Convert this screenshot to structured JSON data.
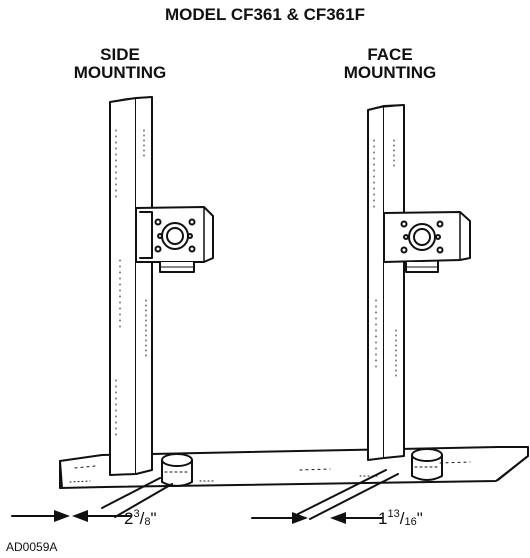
{
  "title": "MODEL CF361 & CF361F",
  "side_label": {
    "line1": "SIDE",
    "line2": "MOUNTING"
  },
  "face_label": {
    "line1": "FACE",
    "line2": "MOUNTING"
  },
  "dimensions": {
    "side": {
      "whole": "2",
      "num": "3",
      "den": "8",
      "unit": "\""
    },
    "face": {
      "whole": "1",
      "num": "13",
      "den": "16",
      "unit": "\""
    }
  },
  "drawing_code": "AD0059A",
  "colors": {
    "ink": "#111111",
    "paper": "#ffffff",
    "speckle": "#555555"
  }
}
